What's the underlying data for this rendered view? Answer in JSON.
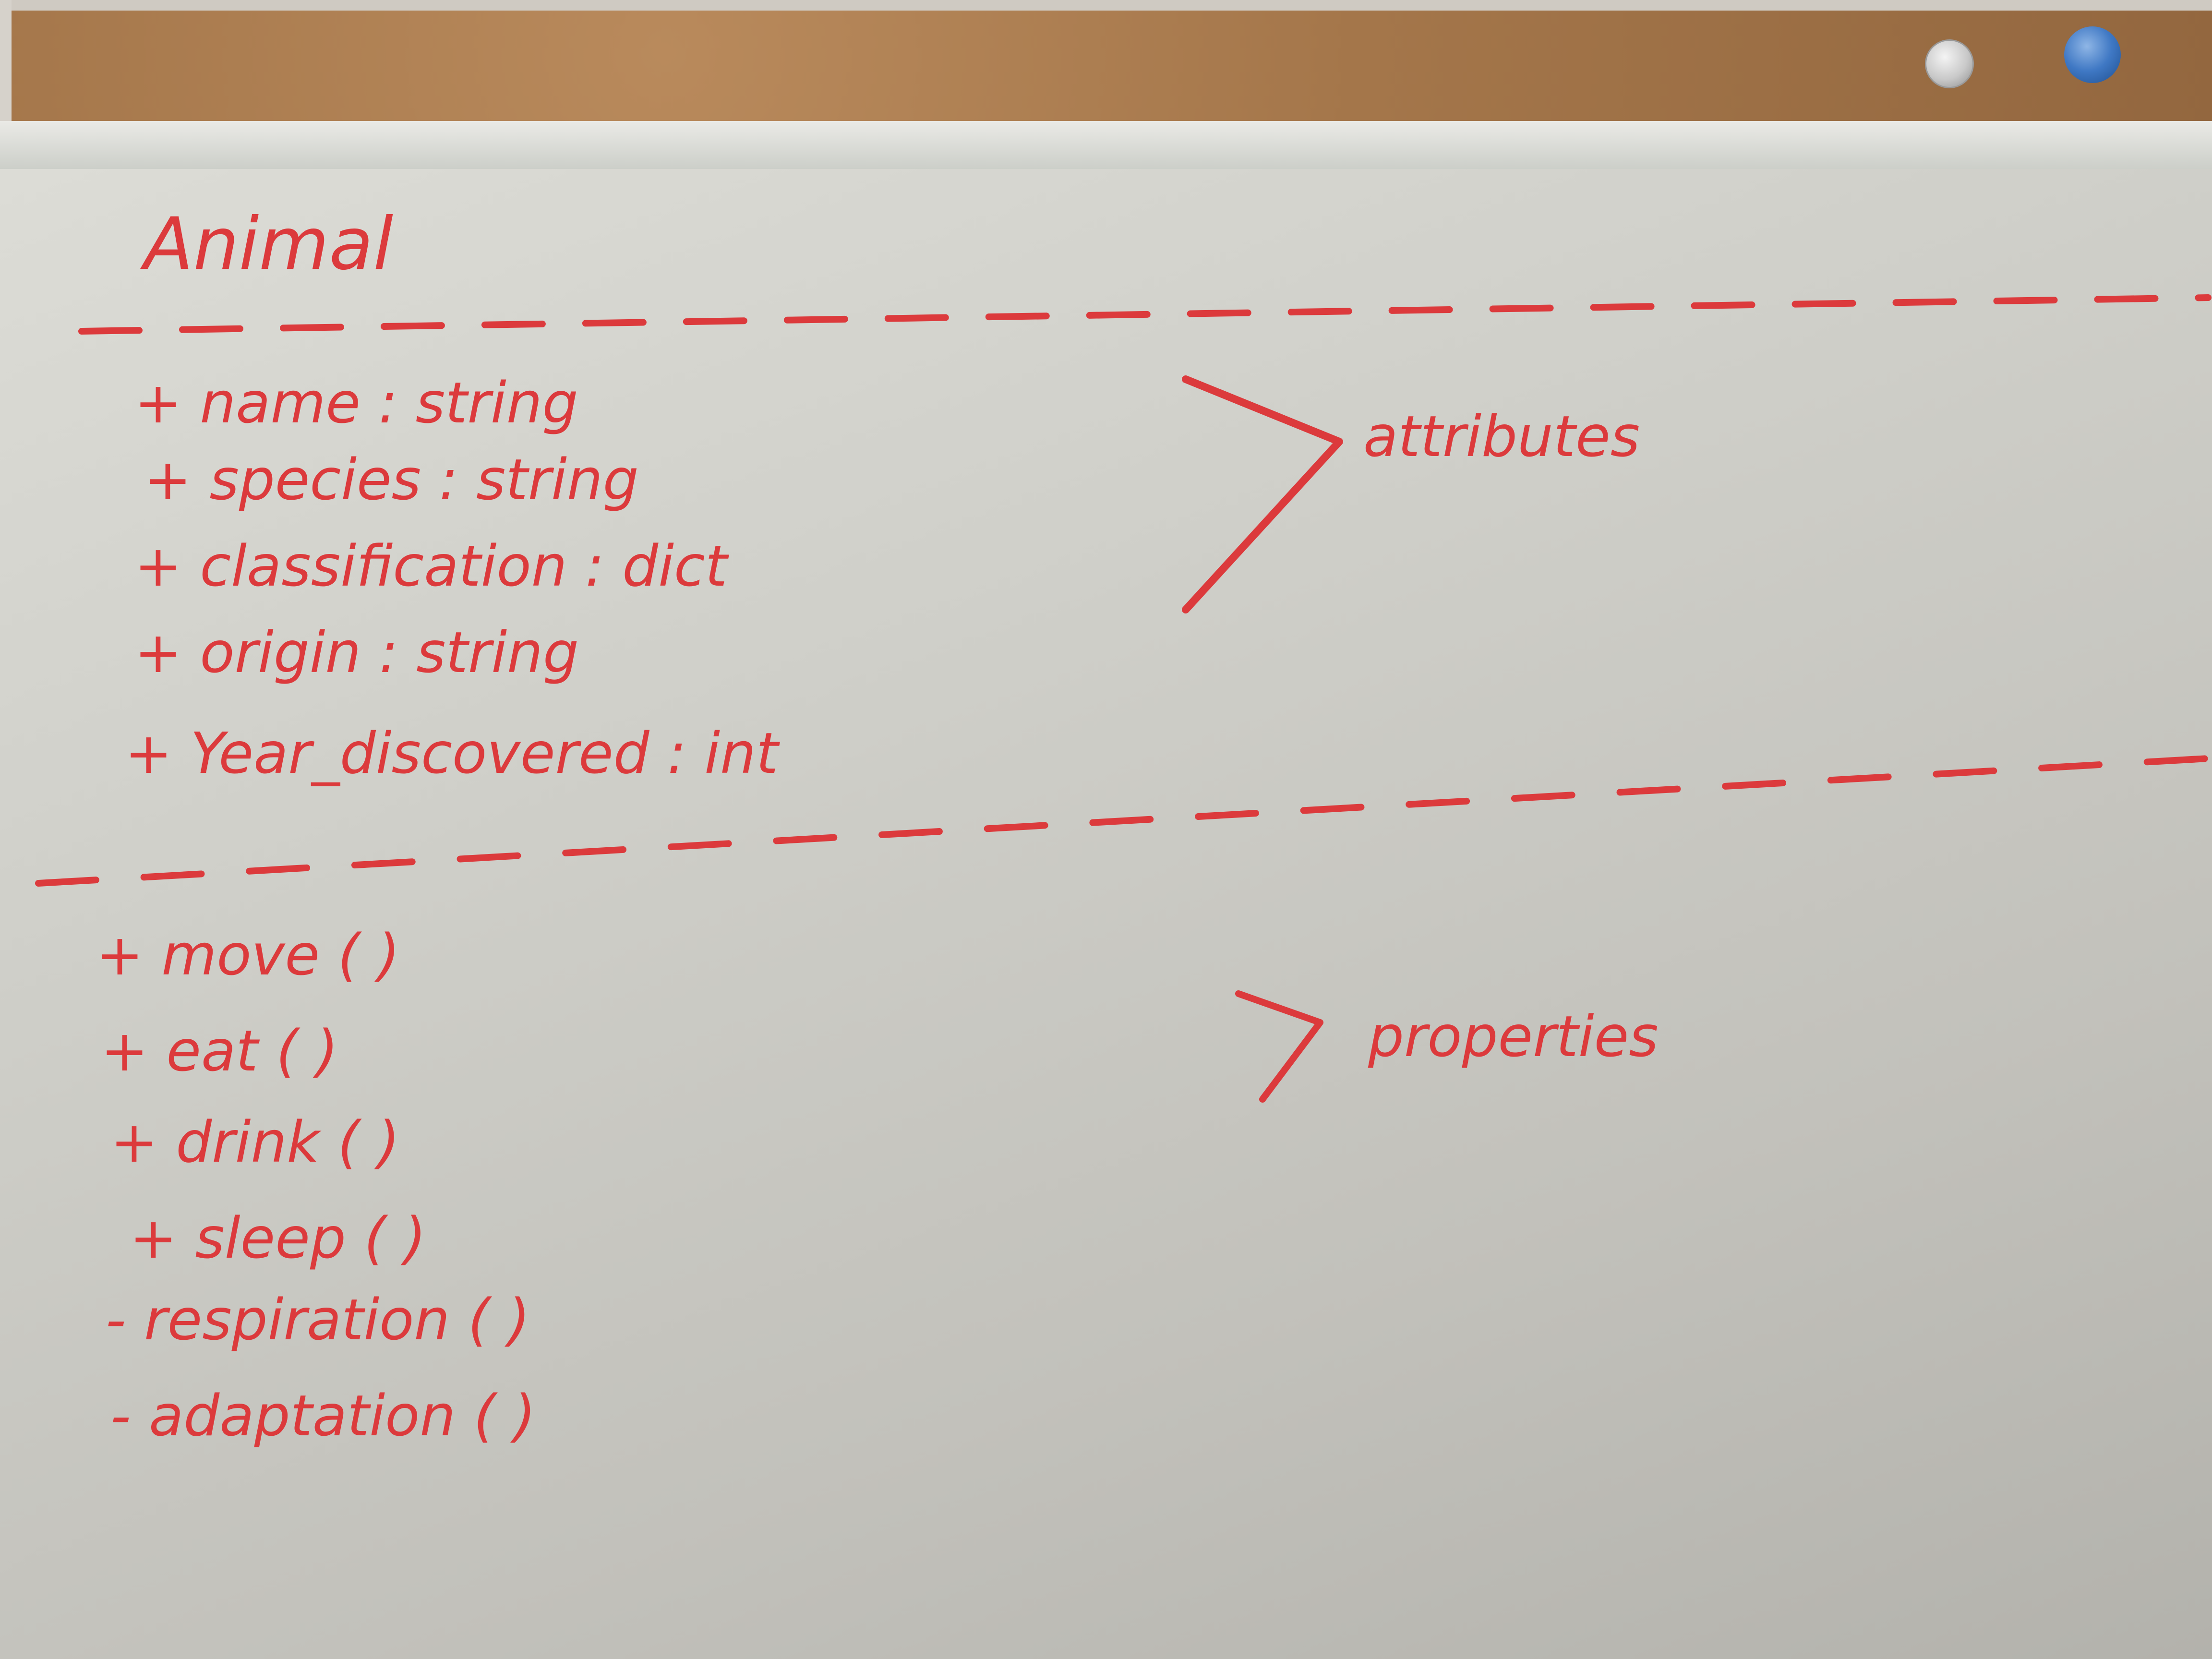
{
  "diagram": {
    "class_name": "Animal",
    "attributes": [
      "+ name : string",
      "+ species : string",
      "+ classification : dict",
      "+ origin : string",
      "+ Year_discovered : int"
    ],
    "methods": [
      "+ move ( )",
      "+ eat ( )",
      "+ drink ( )",
      "+ sleep ( )",
      "- respiration ( )",
      "- adaptation ( )"
    ],
    "attributes_annotation": "attributes",
    "methods_annotation": "properties",
    "marker_color": "#dc3a3c"
  },
  "pins": {
    "clear_pin_color": "#c9c9c9",
    "blue_pin_color": "#3f78c4"
  }
}
